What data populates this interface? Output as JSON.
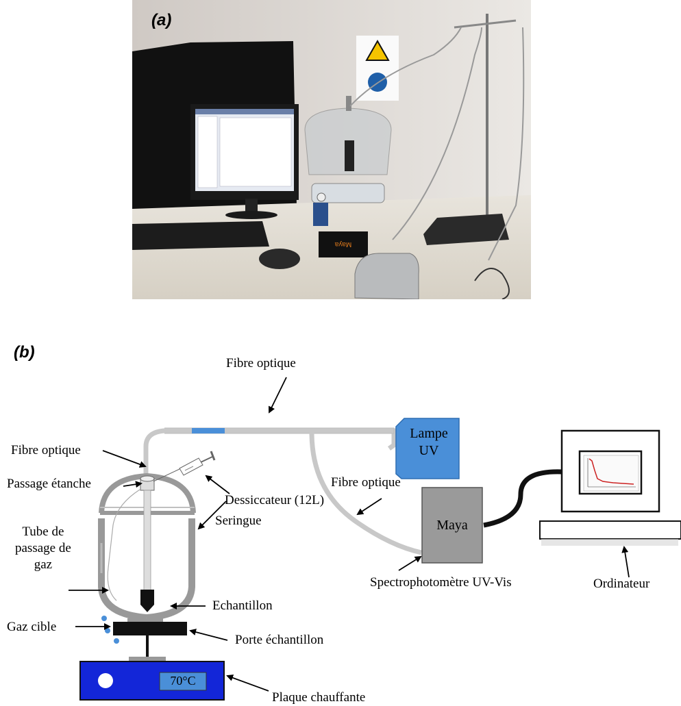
{
  "panel_a": {
    "label": "(a)"
  },
  "panel_b": {
    "label": "(b)"
  },
  "photo": {
    "spectrometer_brand": "Maya"
  },
  "labels": {
    "fibre_top": "Fibre optique",
    "fibre_left": "Fibre optique",
    "fibre_right": "Fibre optique",
    "passage_etanche": "Passage étanche",
    "seringue": "Seringue",
    "tube_gaz": "Tube de\npassage de\ngaz",
    "dessiccateur": "Dessiccateur (12L)",
    "echantillon": "Echantillon",
    "gaz_cible": "Gaz cible",
    "porte_echantillon": "Porte échantillon",
    "plaque_chauffante": "Plaque chauffante",
    "temperature": "70°C",
    "lampe": "Lampe\nUV",
    "maya": "Maya",
    "spectro": "Spectrophotomètre UV-Vis",
    "ordinateur": "Ordinateur"
  },
  "colors": {
    "lamp": "#4a8fd8",
    "hotplate": "#1326d8",
    "maya": "#9a9a9a",
    "fiber": "#c8c8c8",
    "fiber_connector": "#4a8fd8",
    "curve": "#cc2222"
  }
}
